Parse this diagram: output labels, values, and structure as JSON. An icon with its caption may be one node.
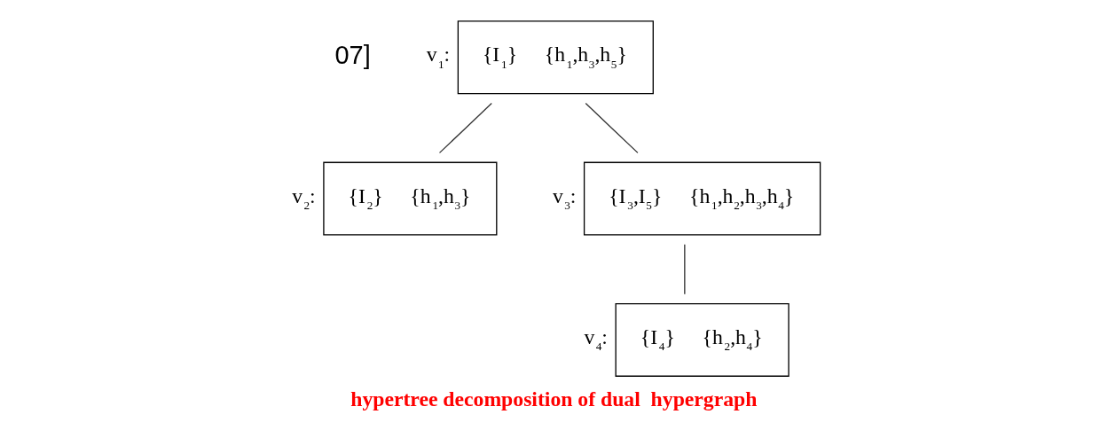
{
  "diagram": {
    "caption": "hypertree decomposition of dual  hypergraph",
    "nodes": [
      {
        "text": [
          "{I$_{1}$}",
          "{h$_{1}$,h$_{3}$,h$_{5}$}"
        ],
        "beside": [
          "v$_{1}$:"
        ]
      },
      {
        "text": [
          "{I$_{2}$}",
          "{h$_{1}$,h$_{3}$}"
        ],
        "beside": [
          "v$_{2}$:"
        ]
      },
      {
        "text": [
          "{I$_{3}$,I$_{5}$}",
          "{h$_{1}$,h$_{2}$,h$_{3}$,h$_{4}$}"
        ],
        "beside": [
          "v$_{3}$:"
        ]
      },
      {
        "text": [
          "{I$_{4}$}",
          "{h$_{2}$,h$_{4}$}"
        ],
        "beside": [
          "v$_{4}$:"
        ]
      }
    ],
    "edges": [
      {
        "from": 0,
        "to": 1,
        "arrow": "none"
      },
      {
        "from": 0,
        "to": 2,
        "arrow": "none"
      },
      {
        "from": 2,
        "to": 3,
        "arrow": "none"
      }
    ],
    "labels": [
      "07]"
    ]
  }
}
